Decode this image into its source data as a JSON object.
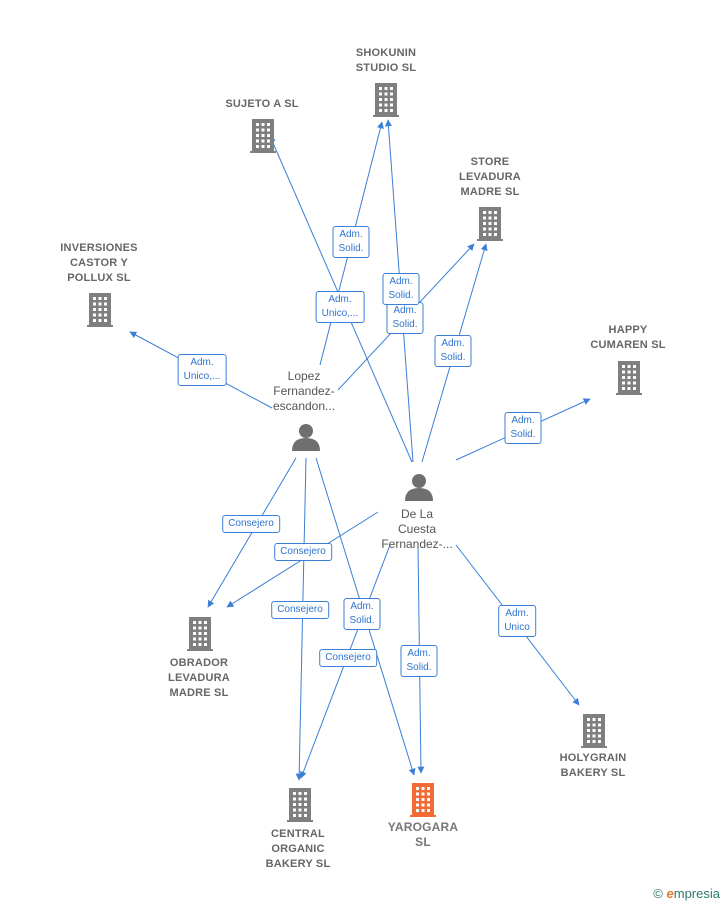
{
  "colors": {
    "edge": "#3b7fd6",
    "company": "#7f7f7f",
    "main_company": "#f26a35",
    "person": "#6f6f6f"
  },
  "companies": [
    {
      "id": "shokunin",
      "label": "SHOKUNIN\nSTUDIO  SL",
      "icon": "building-icon"
    },
    {
      "id": "sujeto",
      "label": "SUJETO A  SL",
      "icon": "building-icon"
    },
    {
      "id": "store",
      "label": "STORE\nLEVADURA\nMADRE  SL",
      "icon": "building-icon"
    },
    {
      "id": "inversiones",
      "label": "INVERSIONES\nCASTOR Y\nPOLLUX  SL",
      "icon": "building-icon"
    },
    {
      "id": "happy",
      "label": "HAPPY\nCUMAREN  SL",
      "icon": "building-icon"
    },
    {
      "id": "obrador",
      "label": "OBRADOR\nLEVADURA\nMADRE  SL",
      "icon": "building-icon"
    },
    {
      "id": "holygrain",
      "label": "HOLYGRAIN\nBAKERY  SL",
      "icon": "building-icon"
    },
    {
      "id": "central",
      "label": "CENTRAL\nORGANIC\nBAKERY  SL",
      "icon": "building-icon"
    },
    {
      "id": "yarogara",
      "label": "YAROGARA\nSL",
      "icon": "building-icon",
      "main": true
    }
  ],
  "persons": [
    {
      "id": "lopez",
      "label": "Lopez\nFernandez-\nescandon...",
      "icon": "person-icon"
    },
    {
      "id": "delacuesta",
      "label": "De La\nCuesta\nFernandez-...",
      "icon": "person-icon"
    }
  ],
  "edges": [
    {
      "from": "lopez",
      "to": "shokunin",
      "label": "Adm.\nSolid."
    },
    {
      "from": "lopez",
      "to": "store",
      "label": "Adm.\nSolid."
    },
    {
      "from": "lopez",
      "to": "inversiones",
      "label": "Adm.\nUnico,..."
    },
    {
      "from": "lopez",
      "to": "obrador",
      "label": "Consejero"
    },
    {
      "from": "lopez",
      "to": "central",
      "label": "Consejero"
    },
    {
      "from": "lopez",
      "to": "yarogara",
      "label": "Adm.\nSolid."
    },
    {
      "from": "delacuesta",
      "to": "sujeto",
      "label": "Adm.\nUnico,..."
    },
    {
      "from": "delacuesta",
      "to": "shokunin",
      "label": "Adm.\nSolid."
    },
    {
      "from": "delacuesta",
      "to": "store",
      "label": "Adm.\nSolid."
    },
    {
      "from": "delacuesta",
      "to": "happy",
      "label": "Adm.\nSolid."
    },
    {
      "from": "delacuesta",
      "to": "obrador",
      "label": "Consejero"
    },
    {
      "from": "delacuesta",
      "to": "central",
      "label": "Consejero"
    },
    {
      "from": "delacuesta",
      "to": "yarogara",
      "label": "Adm.\nSolid."
    },
    {
      "from": "delacuesta",
      "to": "holygrain",
      "label": "Adm.\nUnico"
    }
  ],
  "brand": {
    "copyright": "©",
    "name_e": "e",
    "name_rest": "mpresia"
  }
}
